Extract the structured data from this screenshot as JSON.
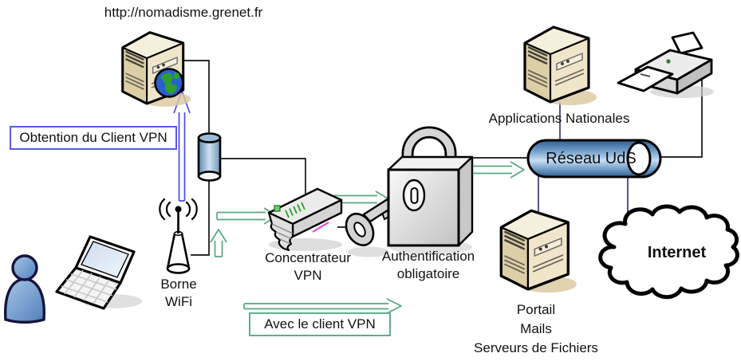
{
  "diagram": {
    "title": "http://nomadisme.grenet.fr",
    "callouts": {
      "obtention": "Obtention du Client VPN",
      "avec_client": "Avec le client VPN"
    },
    "nodes": {
      "user": {
        "icon": "user-icon"
      },
      "laptop": {
        "icon": "laptop-icon"
      },
      "borne_wifi": {
        "icon": "wifi-antenna-icon",
        "line1": "Borne",
        "line2": "WiFi"
      },
      "web_server": {
        "icon": "web-server-globe-icon"
      },
      "lien_reseau": {
        "icon": "network-link-cylinder-icon"
      },
      "concentrateur": {
        "icon": "vpn-concentrator-icon",
        "line1": "Concentrateur",
        "line2": "VPN"
      },
      "cle": {
        "icon": "key-icon"
      },
      "authentification": {
        "icon": "padlock-icon",
        "line1": "Authentification",
        "line2": "obligatoire"
      },
      "reseau_uds": {
        "icon": "network-pipe-icon",
        "label": "Réseau UdS"
      },
      "applications": {
        "icon": "server-icon",
        "label": "Applications Nationales"
      },
      "imprimante": {
        "icon": "printer-icon"
      },
      "portail": {
        "icon": "server-icon",
        "line1": "Portail",
        "line2": "Mails",
        "line3": "Serveurs de Fichiers"
      },
      "internet": {
        "icon": "internet-cloud-icon",
        "label": "Internet"
      }
    },
    "colors": {
      "arrow_green": "#55a781",
      "callout_green": "#5fae8c",
      "arrow_blue": "#4a4ae6",
      "callout_blue": "#5a5ae6",
      "connector_black": "#111111",
      "connector_navy": "#3a3a78",
      "server_tan": "#e9dfc2",
      "pipe_blue": "#4a7cb0",
      "person_blue": "#6f9bd1"
    }
  }
}
